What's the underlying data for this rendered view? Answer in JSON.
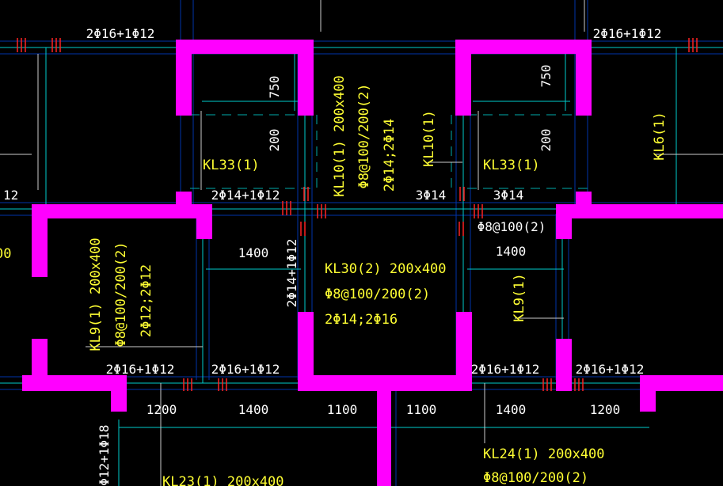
{
  "colors": {
    "background": "#000000",
    "column": "#ff00ff",
    "beam_label": "#ffff00",
    "dimension": "#ffffff",
    "axis": "#00ffff",
    "beam_edge": "#0033aa",
    "rebar_mark": "#ff2222"
  },
  "labels": {
    "top_left_rebar": "2Φ16+1Φ12",
    "top_right_rebar": "2Φ16+1Φ12",
    "mid_rebar_left": "2Φ14+1Φ12",
    "mid_rebar_3_14_a": "3Φ14",
    "mid_rebar_3_14_b": "3Φ14",
    "stirrup_right": "Φ8@100(2)",
    "kl33_left": "KL33(1)",
    "kl33_right": "KL33(1)",
    "kl10_name": "KL10(1) 200x400",
    "kl10_stirrup": "Φ8@100/200(2)",
    "kl10_rebar": "2Φ14;2Φ14",
    "kl10_short": "KL10(1)",
    "kl6": "KL6(1)",
    "kl9_name": "KL9(1) 200x400",
    "kl9_stirrup": "Φ8@100/200(2)",
    "kl9_rebar": "2Φ12;2Φ12",
    "kl9_short": "KL9(1)",
    "kl30_name": "KL30(2) 200x400",
    "kl30_stirrup": "Φ8@100/200(2)",
    "kl30_rebar": "2Φ14;2Φ16",
    "vert_rebar": "2Φ14+1Φ12",
    "bottom_rebar_1": "2Φ16+1Φ12",
    "bottom_rebar_2": "2Φ16+1Φ12",
    "bottom_rebar_3": "2Φ16+1Φ12",
    "bottom_rebar_4": "2Φ16+1Φ12",
    "kl24_name": "KL24(1) 200x400",
    "kl24_stirrup": "Φ8@100/200(2)",
    "kl23_name": "KL23(1) 200x400",
    "left_vert_rebar": "2Φ12+1Φ18",
    "left_edge_12": "12",
    "left_edge_00": "00"
  },
  "dimensions": {
    "d750_left": "750",
    "d200_left": "200",
    "d750_right": "750",
    "d200_right": "200",
    "d1400_a": "1400",
    "d1400_b": "1400",
    "bottom": [
      "1200",
      "1400",
      "1100",
      "1100",
      "1400",
      "1200"
    ]
  }
}
